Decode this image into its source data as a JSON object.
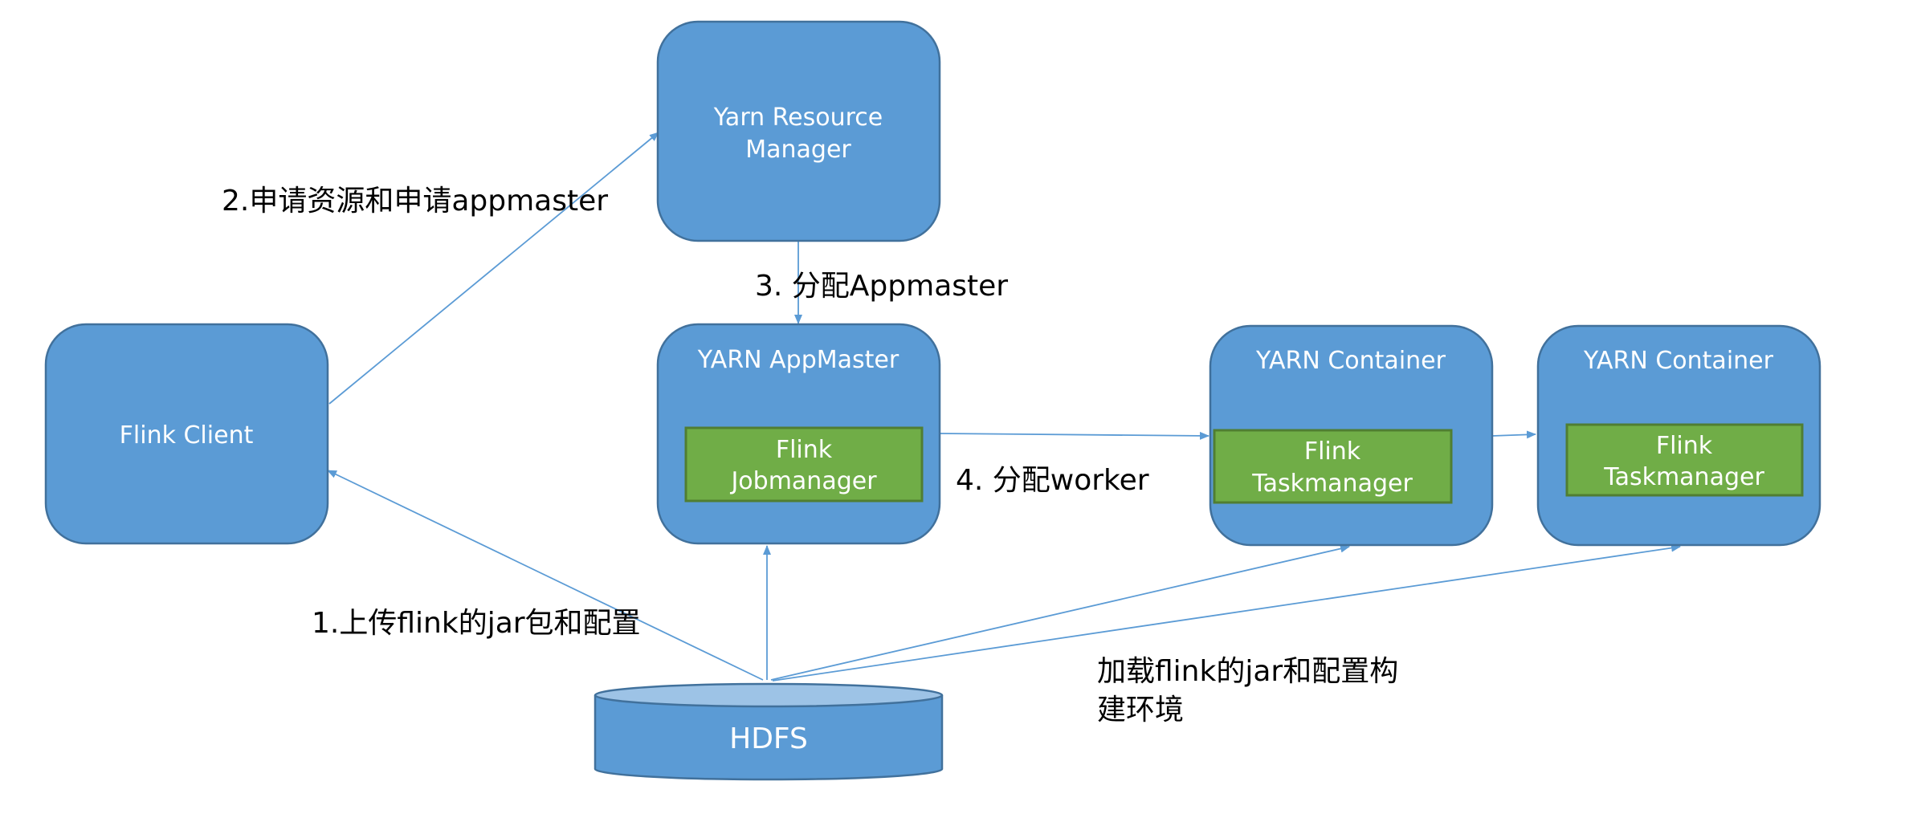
{
  "nodes": {
    "resource_manager": {
      "line1": "Yarn Resource",
      "line2": "Manager"
    },
    "flink_client": {
      "label": "Flink Client"
    },
    "app_master": {
      "label": "YARN AppMaster",
      "inner": {
        "line1": "Flink",
        "line2": "Jobmanager"
      }
    },
    "container_1": {
      "label": "YARN Container",
      "inner": {
        "line1": "Flink",
        "line2": "Taskmanager"
      }
    },
    "container_2": {
      "label": "YARN Container",
      "inner": {
        "line1": "Flink",
        "line2": "Taskmanager"
      }
    },
    "hdfs": {
      "label": "HDFS"
    }
  },
  "edges": {
    "step1": "1.上传flink的jar包和配置",
    "step2": "2.申请资源和申请appmaster",
    "step3": "3. 分配Appmaster",
    "step4": "4. 分配worker"
  },
  "annotation": {
    "line1": "加载flink的jar和配置构",
    "line2": "建环境"
  },
  "colors": {
    "node_fill": "#5b9bd5",
    "node_stroke": "#41719c",
    "inner_fill": "#70ad47",
    "edge": "#5b9bd5"
  }
}
